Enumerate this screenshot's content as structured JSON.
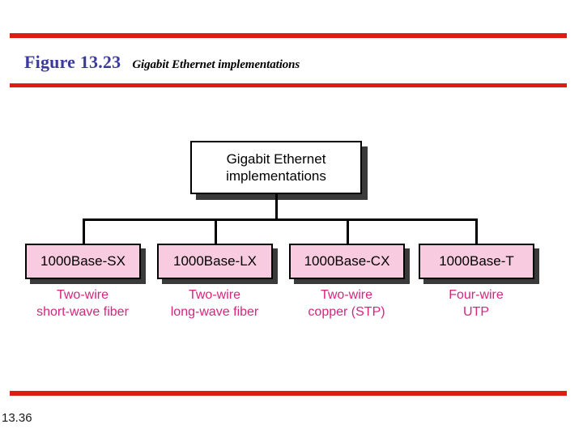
{
  "slide": {
    "page_number": "13.36",
    "accent_color": "#e01b12",
    "figure_label_color": "#3b3b9e",
    "caption_text_color": "#d6257e",
    "node_fill_color": "#f9cbe0"
  },
  "header": {
    "figure_label": "Figure 13.23",
    "figure_caption": "Gigabit Ethernet implementations"
  },
  "diagram": {
    "type": "tree",
    "root": {
      "line1": "Gigabit Ethernet",
      "line2": "implementations"
    },
    "leaves": [
      {
        "label": "1000Base-SX",
        "caption_line1": "Two-wire",
        "caption_line2": "short-wave fiber"
      },
      {
        "label": "1000Base-LX",
        "caption_line1": "Two-wire",
        "caption_line2": "long-wave fiber"
      },
      {
        "label": "1000Base-CX",
        "caption_line1": "Two-wire",
        "caption_line2": "copper (STP)"
      },
      {
        "label": "1000Base-T",
        "caption_line1": "Four-wire",
        "caption_line2": "UTP"
      }
    ]
  }
}
